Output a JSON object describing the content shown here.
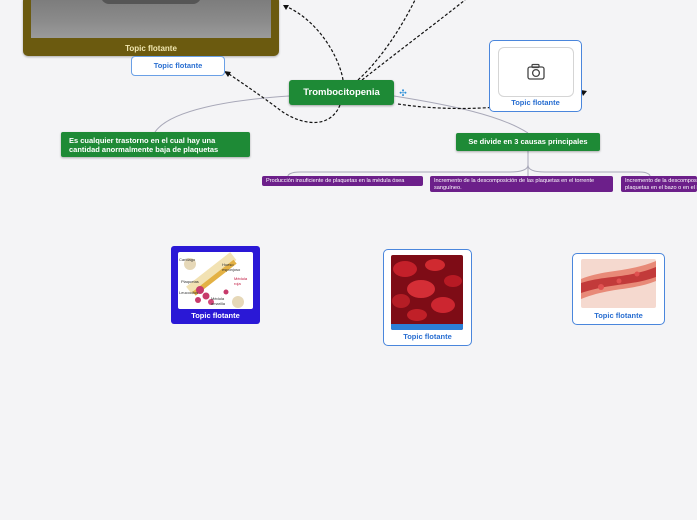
{
  "central": {
    "label": "Trombocitopenia"
  },
  "top_left_image": {
    "caption": "Topic flotante"
  },
  "top_left_chip": {
    "label": "Topic flotante"
  },
  "camera_card": {
    "caption": "Topic flotante"
  },
  "definition": {
    "text": "Es cualquier trastorno en el cual hay una cantidad anormalmente baja de plaquetas"
  },
  "causes": {
    "title": "Se divide en 3 causas principales",
    "items": [
      {
        "label": "Producción insuficiente de plaquetas en la médula ósea"
      },
      {
        "label": "Incremento de la descomposición de las plaquetas en el torrente sanguíneo."
      },
      {
        "label": "Incremento de la descomposición de las plaquetas en el bazo o en el hígado"
      }
    ]
  },
  "floating_cards": [
    {
      "caption": "Topic flotante",
      "image_labels": [
        "Cartílago",
        "Hueso esponjoso",
        "Plaquetas",
        "Médula roja",
        "Leucocitos",
        "Médula amarilla"
      ]
    },
    {
      "caption": "Topic flotante"
    },
    {
      "caption": "Topic flotante"
    }
  ],
  "colors": {
    "green": "#1e8a36",
    "purple": "#6c1f8a",
    "blue_border": "#4a86dc",
    "brown": "#6b5a0f",
    "bone_card": "#2a18d6"
  }
}
